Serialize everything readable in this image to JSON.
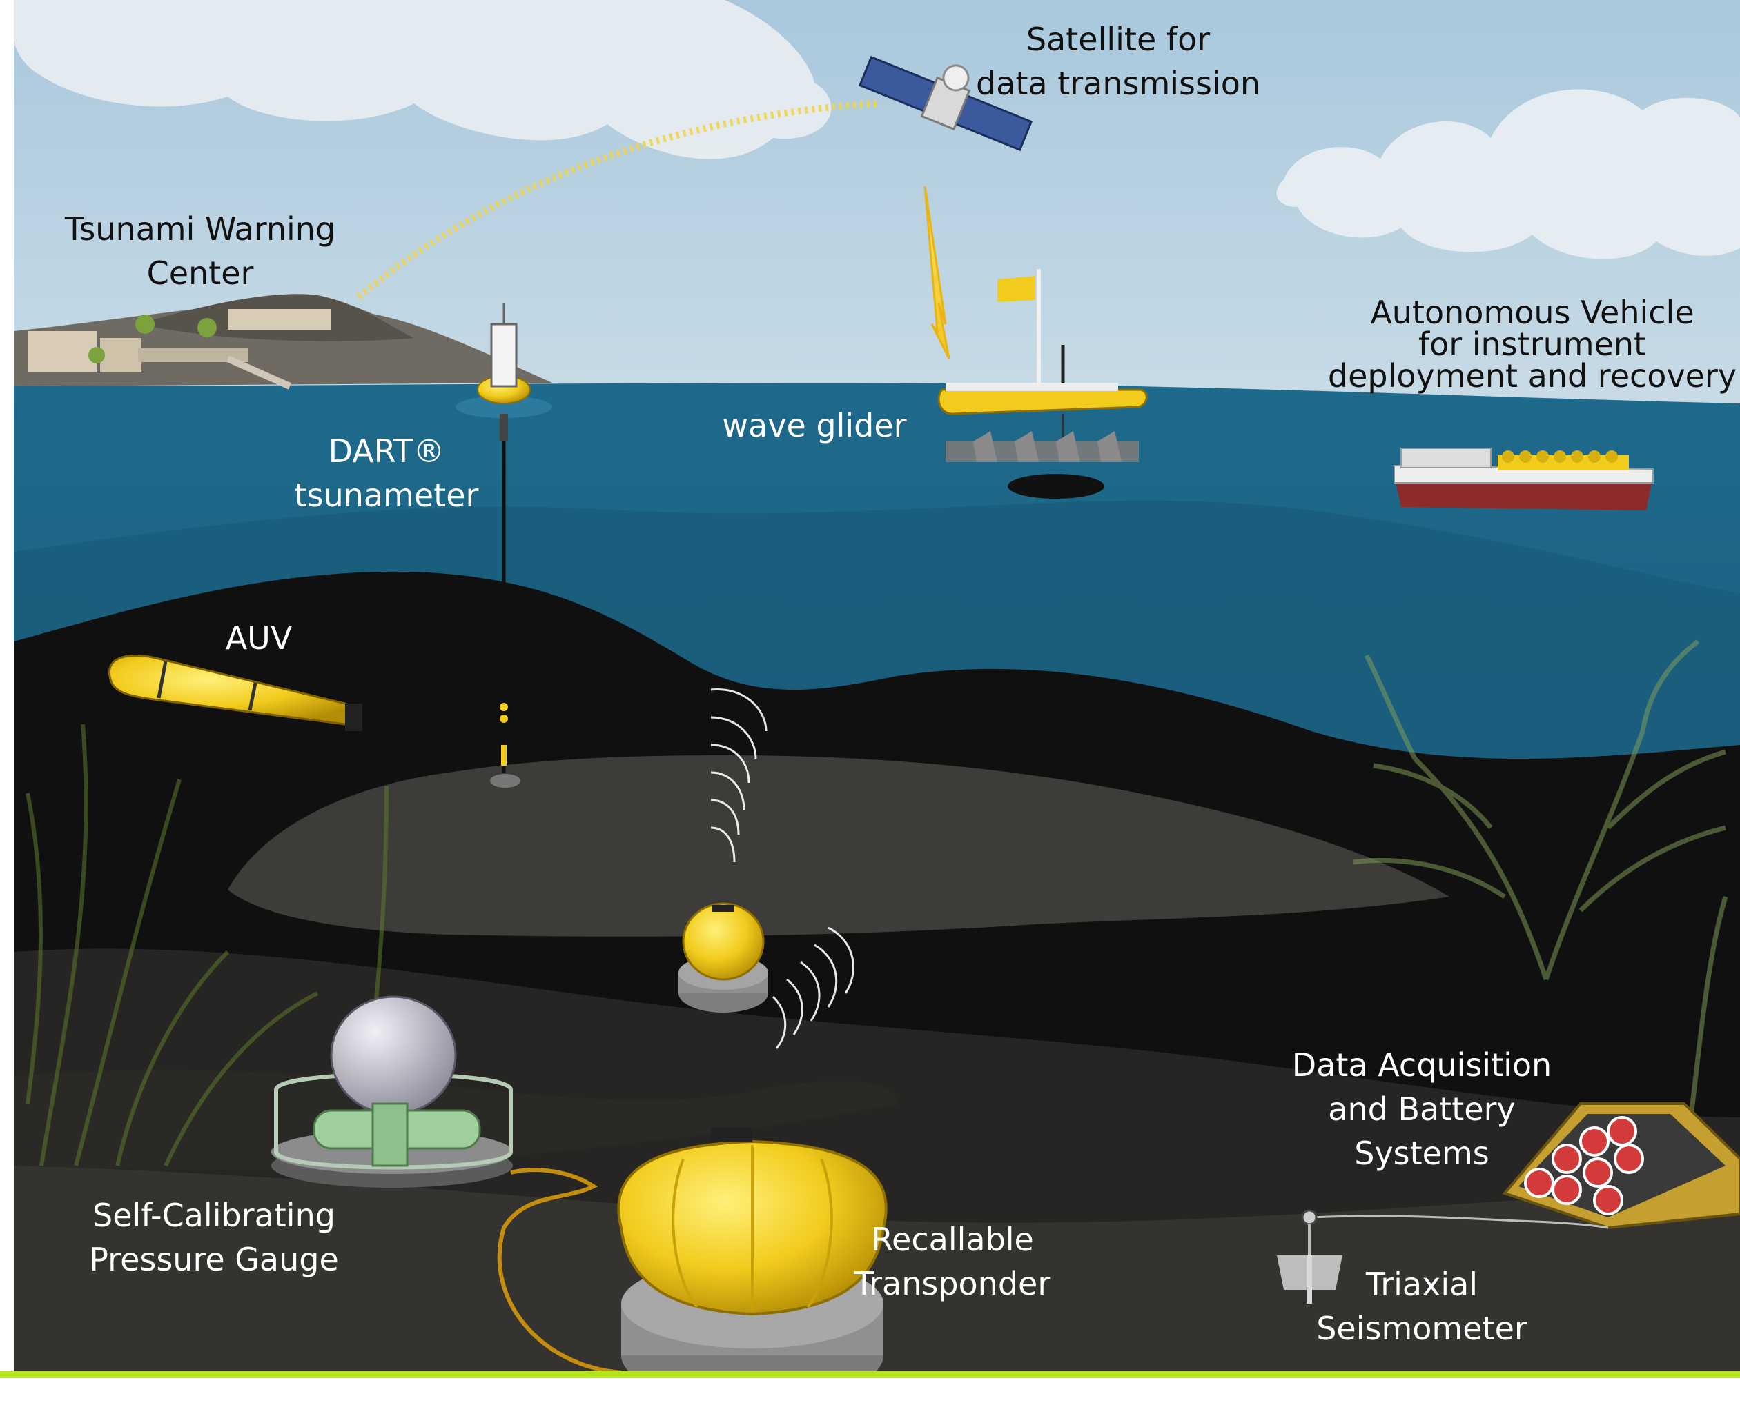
{
  "labels": {
    "satellite": [
      "Satellite for",
      "data transmission"
    ],
    "warning_center": [
      "Tsunami Warning",
      "Center"
    ],
    "autonomous_vehicle": [
      "Autonomous Vehicle",
      "for instrument",
      "deployment and recovery"
    ],
    "wave_glider": [
      "wave glider"
    ],
    "dart": [
      "DART®",
      "tsunameter"
    ],
    "auv": [
      "AUV"
    ],
    "data_acquisition": [
      "Data Acquisition",
      "and Battery",
      "Systems"
    ],
    "pressure_gauge": [
      "Self-Calibrating",
      "Pressure Gauge"
    ],
    "transponder": [
      "Recallable",
      "Transponder"
    ],
    "seismometer": [
      "Triaxial",
      "Seismometer"
    ]
  },
  "colors": {
    "sky": "#bcd4e4",
    "ocean_surface": "#1f6b8e",
    "ocean_deep": "#184f6b",
    "seafloor_dark": "#0d0d0d",
    "seafloor_mid": "#2e2e2b",
    "seafloor_light": "#4a4945",
    "instrument_yellow": "#f2cc1d",
    "baseline_green": "#b5e61d"
  }
}
